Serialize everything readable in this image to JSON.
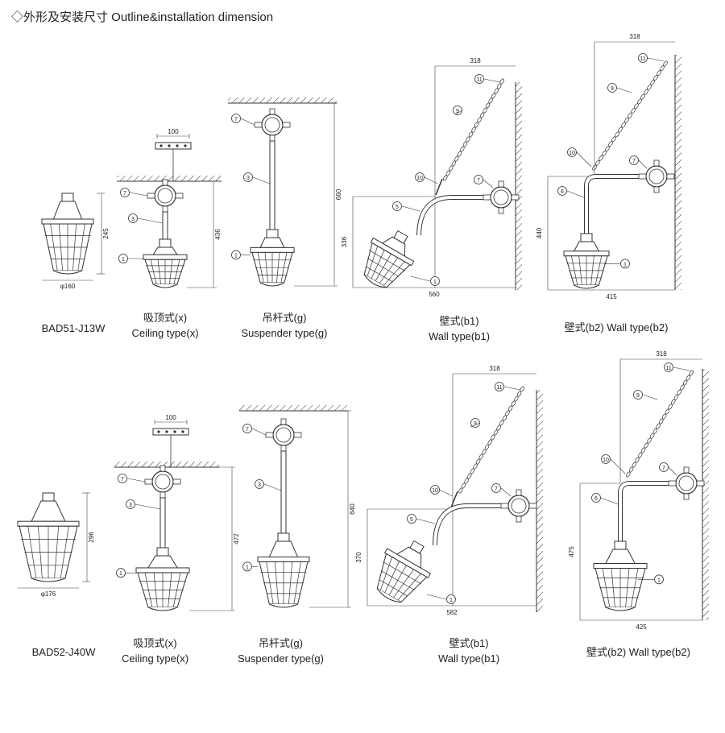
{
  "heading": "◇外形及安装尺寸 Outline&installation dimension",
  "rows": [
    {
      "model": "BAD51-J13W",
      "dims": {
        "diameter": "φ160",
        "height": "245",
        "ceiling_width": "100",
        "ceiling_height": "436",
        "suspender_height": "660",
        "b1_top": "318",
        "b1_height": "336",
        "b1_width": "560",
        "b2_top": "318",
        "b2_height": "440",
        "b2_width": "415"
      },
      "captions": {
        "ceiling_cn": "吸顶式(x)",
        "ceiling_en": "Ceiling type(x)",
        "suspender_cn": "吊杆式(g)",
        "suspender_en": "Suspender type(g)",
        "b1_cn": "壁式(b1)",
        "b1_en": "Wall type(b1)",
        "b2": "壁式(b2) Wall type(b2)"
      }
    },
    {
      "model": "BAD52-J40W",
      "dims": {
        "diameter": "φ176",
        "height": "296",
        "ceiling_width": "100",
        "ceiling_height": "472",
        "suspender_height": "640",
        "b1_top": "318",
        "b1_height": "370",
        "b1_width": "582",
        "b2_top": "318",
        "b2_height": "475",
        "b2_width": "425"
      },
      "captions": {
        "ceiling_cn": "吸顶式(x)",
        "ceiling_en": "Ceiling type(x)",
        "suspender_cn": "吊杆式(g)",
        "suspender_en": "Suspender type(g)",
        "b1_cn": "壁式(b1)",
        "b1_en": "Wall type(b1)",
        "b2": "壁式(b2) Wall type(b2)"
      }
    }
  ]
}
